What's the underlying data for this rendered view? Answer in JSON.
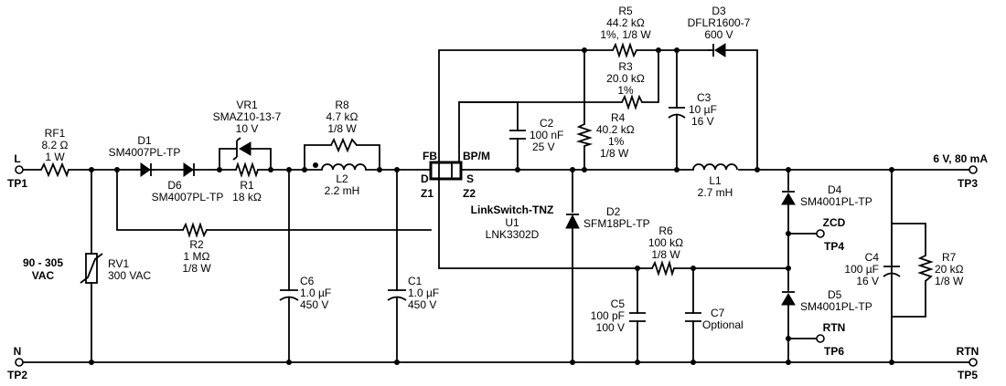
{
  "terminals": {
    "l_label": "L",
    "l_tp": "TP1",
    "n_label": "N",
    "n_tp": "TP2",
    "out_label": "6 V, 80 mA",
    "out_tp": "TP3",
    "zcd_label": "ZCD",
    "zcd_tp": "TP4",
    "rtn_bottom_label": "RTN",
    "rtn_bottom_tp": "TP5",
    "rtn_mid_label": "RTN",
    "rtn_mid_tp": "TP6"
  },
  "input": {
    "line1": "90 - 305",
    "line2": "VAC"
  },
  "components": {
    "rf1": {
      "ref": "RF1",
      "v1": "8.2 Ω",
      "v2": "1 W"
    },
    "d1": {
      "ref": "D1",
      "v1": "SM4007PL-TP"
    },
    "d6": {
      "ref": "D6",
      "v1": "SM4007PL-TP"
    },
    "vr1": {
      "ref": "VR1",
      "v1": "SMAZ10-13-7",
      "v2": "10 V"
    },
    "r1": {
      "ref": "R1",
      "v1": "18 kΩ"
    },
    "r8": {
      "ref": "R8",
      "v1": "4.7 kΩ",
      "v2": "1/8 W"
    },
    "l2": {
      "ref": "L2",
      "v1": "2.2 mH"
    },
    "r2": {
      "ref": "R2",
      "v1": "1 MΩ",
      "v2": "1/8 W"
    },
    "rv1": {
      "ref": "RV1",
      "v1": "300 VAC"
    },
    "c6": {
      "ref": "C6",
      "v1": "1.0 µF",
      "v2": "450 V"
    },
    "c1": {
      "ref": "C1",
      "v1": "1.0 µF",
      "v2": "450 V"
    },
    "u1": {
      "name": "LinkSwitch-TNZ",
      "ref": "U1",
      "part": "LNK3302D",
      "pin_fb": "FB",
      "pin_bpm": "BP/M",
      "pin_d": "D",
      "pin_s": "S",
      "pin_z1": "Z1",
      "pin_z2": "Z2"
    },
    "r5": {
      "ref": "R5",
      "v1": "44.2 kΩ",
      "v2": "1%, 1/8 W"
    },
    "d3": {
      "ref": "D3",
      "v1": "DFLR1600-7",
      "v2": "600 V"
    },
    "r3": {
      "ref": "R3",
      "v1": "20.0 kΩ",
      "v2": "1%"
    },
    "c3": {
      "ref": "C3",
      "v1": "10 µF",
      "v2": "16 V"
    },
    "c2": {
      "ref": "C2",
      "v1": "100 nF",
      "v2": "25 V"
    },
    "r4": {
      "ref": "R4",
      "v1": "40.2 kΩ",
      "v2": "1%",
      "v3": "1/8 W"
    },
    "l1": {
      "ref": "L1",
      "v1": "2.7 mH"
    },
    "d2": {
      "ref": "D2",
      "v1": "SFM18PL-TP"
    },
    "r6": {
      "ref": "R6",
      "v1": "100 kΩ",
      "v2": "1/8 W"
    },
    "c5": {
      "ref": "C5",
      "v1": "100 pF",
      "v2": "100 V"
    },
    "c7": {
      "ref": "C7",
      "v1": "Optional"
    },
    "d4": {
      "ref": "D4",
      "v1": "SM4001PL-TP"
    },
    "d5": {
      "ref": "D5",
      "v1": "SM4001PL-TP"
    },
    "c4": {
      "ref": "C4",
      "v1": "100 µF",
      "v2": "16 V"
    },
    "r7": {
      "ref": "R7",
      "v1": "20 kΩ",
      "v2": "1/8 W"
    }
  }
}
